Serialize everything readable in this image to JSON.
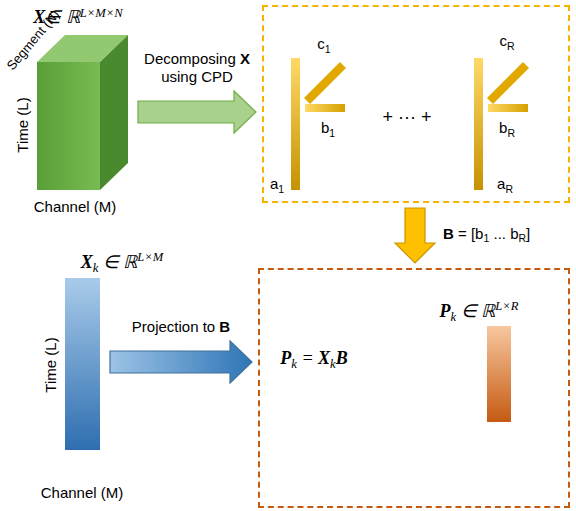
{
  "diagram": {
    "nodes": [
      {
        "text": [
          "X∈ ℝL×M×N",
          "Segment (N)",
          "Time (L)",
          "Channel (M)"
        ]
      },
      {
        "text": [
          "c1",
          "b1",
          "a1",
          "+ ··· +",
          "cR",
          "bR",
          "aR"
        ]
      },
      {
        "text": [
          "Xk ∈ ℝL×M",
          "Time (L)",
          "Channel (M)"
        ]
      },
      {
        "text": [
          "Pk ∈ ℝL×R",
          "Pk = XkB"
        ]
      }
    ],
    "edges": [
      {
        "from": 0,
        "to": 1,
        "arrow": "to",
        "label": "Decomposing X using CPD"
      },
      {
        "from": 1,
        "to": 3,
        "arrow": "to",
        "label": "B = [b1 ... bR]"
      },
      {
        "from": 2,
        "to": 3,
        "arrow": "to",
        "label": "Projection to B"
      }
    ]
  }
}
